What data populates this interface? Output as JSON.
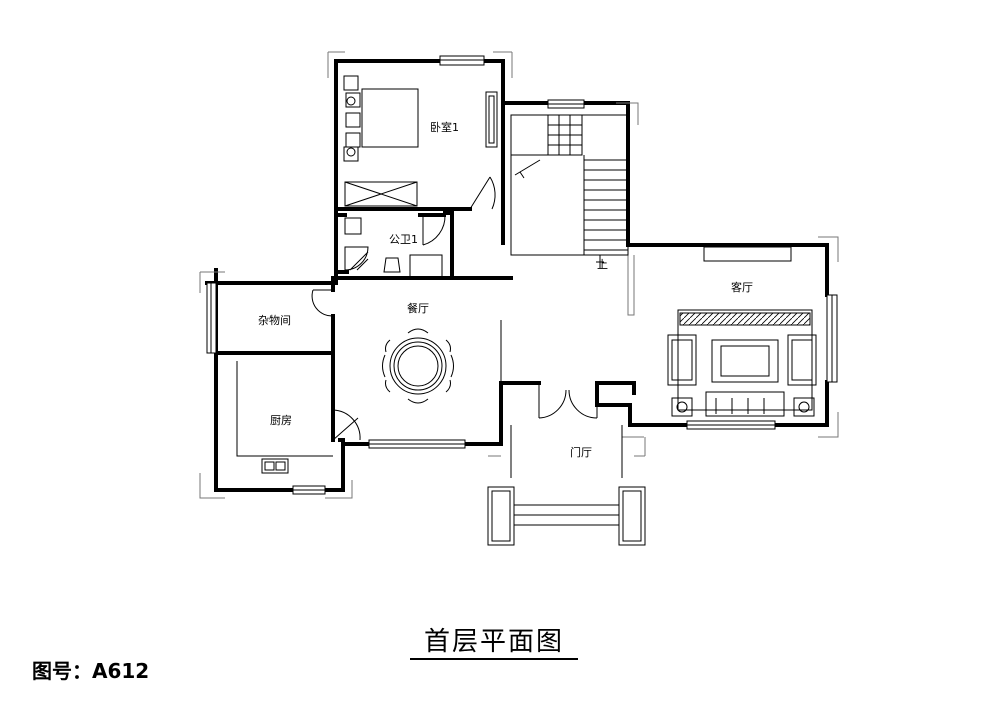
{
  "plan": {
    "title": "首层平面图",
    "drawing_number": "图号：A612",
    "rooms": {
      "bedroom": "卧室1",
      "bathroom": "公卫1",
      "dining": "餐厅",
      "storage": "杂物间",
      "kitchen": "厨房",
      "living": "客厅",
      "foyer": "门厅"
    },
    "stair_mark": "上"
  }
}
